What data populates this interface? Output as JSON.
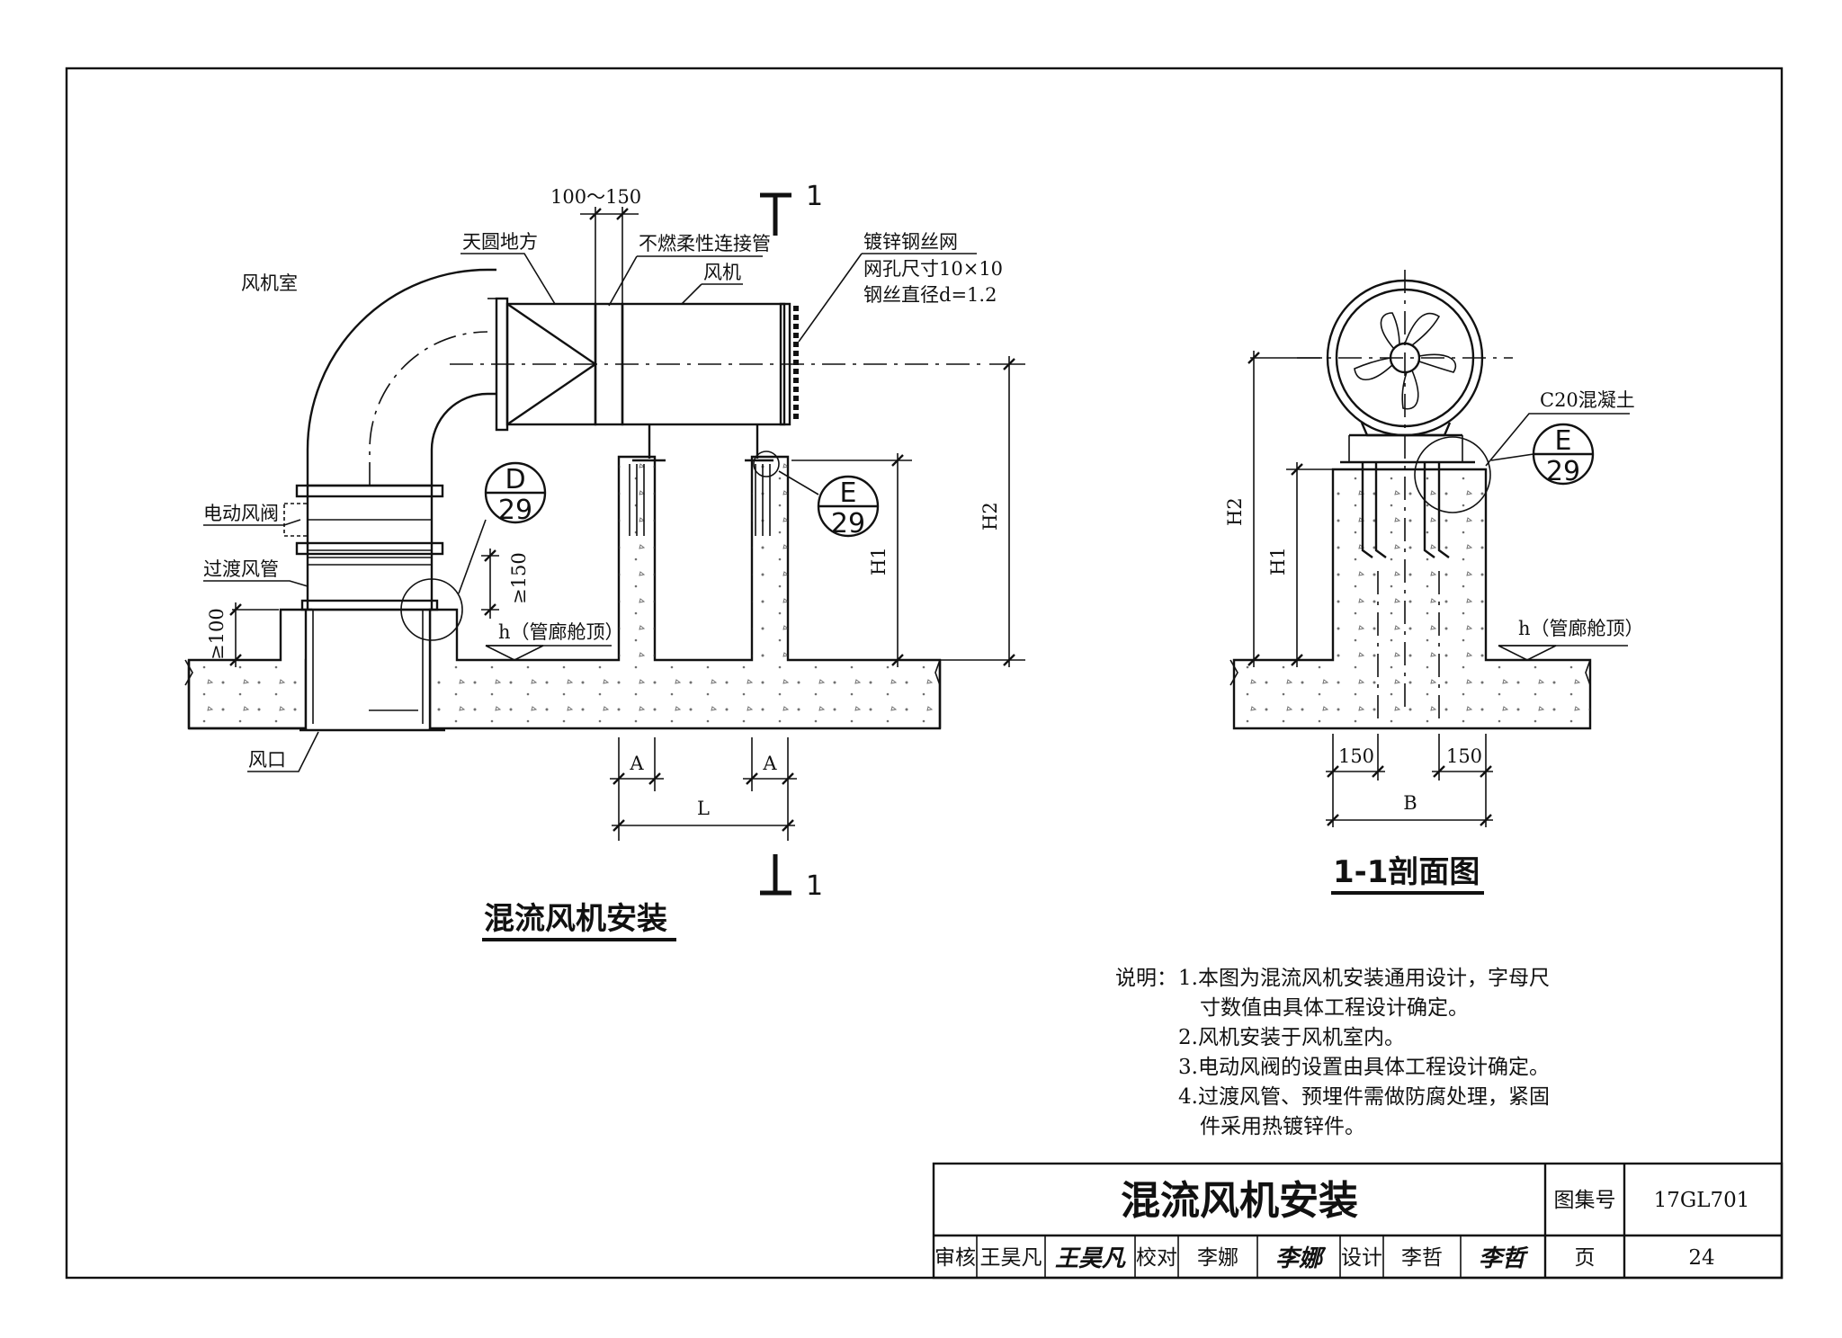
{
  "main_view": {
    "title": "混流风机安装",
    "labels": {
      "fan_room": "风机室",
      "transition": "天圆地方",
      "flex_pipe": "不燃柔性连接管",
      "fan": "风机",
      "mesh_1": "镀锌钢丝网",
      "mesh_2": "网孔尺寸10×10",
      "mesh_3": "钢丝直径d=1.2",
      "damper": "电动风阀",
      "transition_duct": "过渡风管",
      "air_outlet": "风口",
      "h_top": "h（管廊舱顶）"
    },
    "dims": {
      "flex_len": "100～150",
      "min150": "≥150",
      "min100": "≥100",
      "a1": "A",
      "a2": "A",
      "l": "L",
      "h1": "H1",
      "h2": "H2"
    },
    "callouts": [
      {
        "top": "D",
        "bottom": "29"
      },
      {
        "top": "E",
        "bottom": "29"
      }
    ],
    "section_mark": "1"
  },
  "section_view": {
    "title": "1-1剖面图",
    "labels": {
      "concrete": "C20混凝土",
      "h_top": "h（管廊舱顶）"
    },
    "dims": {
      "h1": "H1",
      "h2": "H2",
      "w150a": "150",
      "w150b": "150",
      "b": "B"
    },
    "callout": {
      "top": "E",
      "bottom": "29"
    }
  },
  "notes": {
    "heading": "说明：",
    "lines": [
      "1.本图为混流风机安装通用设计，字母尺",
      "寸数值由具体工程设计确定。",
      "2.风机安装于风机室内。",
      "3.电动风阀的设置由具体工程设计确定。",
      "4.过渡风管、预埋件需做防腐处理，紧固",
      "件采用热镀锌件。"
    ]
  },
  "title_block": {
    "drawing_title": "混流风机安装",
    "atlas_label": "图集号",
    "atlas_no": "17GL701",
    "page_label": "页",
    "page_no": "24",
    "review_label": "审核",
    "reviewer": "王昊凡",
    "reviewer_sig": "王昊凡",
    "check_label": "校对",
    "checker": "李娜",
    "checker_sig": "李娜",
    "design_label": "设计",
    "designer": "李哲",
    "designer_sig": "李哲"
  }
}
